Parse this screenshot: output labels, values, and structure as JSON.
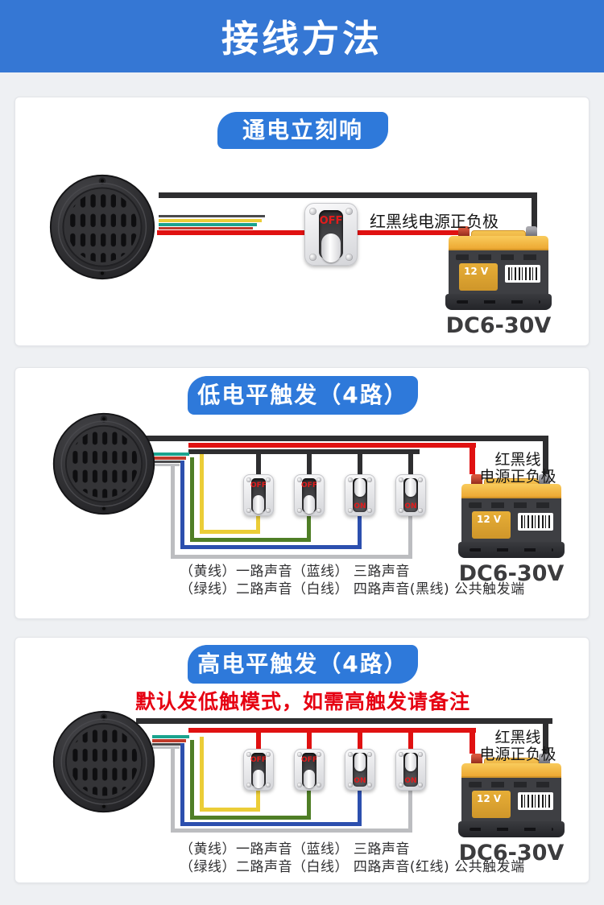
{
  "header": {
    "title": "接线方法"
  },
  "colors": {
    "header_bg": "#3577d4",
    "badge_bg": "#2e79da",
    "wire_red": "#e01111",
    "wire_black": "#2e2e30",
    "wire_yellow": "#ebcd37",
    "wire_green": "#4f7e26",
    "wire_blue": "#2c4fae",
    "wire_white": "#bcbdc0",
    "warning_text": "#e60012",
    "battery_yellow": "#f2b53e",
    "battery_body": "#3e3f43"
  },
  "panels": [
    {
      "badge": "通电立刻响",
      "power_label": "红黑线电源正负极",
      "switches": [
        "OFF"
      ],
      "battery_text": "12 V",
      "rating": "DC6-30V"
    },
    {
      "badge": "低电平触发（4路）",
      "power_label_line1": "红黑线",
      "power_label_line2": "电源正负极",
      "switches": [
        "OFF",
        "OFF",
        "ON",
        "ON"
      ],
      "caption_line1": "（黄线）一路声音（蓝线） 三路声音",
      "caption_line2": "（绿线）二路声音（白线） 四路声音(黑线) 公共触发端",
      "battery_text": "12 V",
      "rating": "DC6-30V"
    },
    {
      "badge": "高电平触发（4路）",
      "warning": "默认发低触模式，如需高触发请备注",
      "power_label_line1": "红黑线",
      "power_label_line2": "电源正负极",
      "switches": [
        "OFF",
        "OFF",
        "ON",
        "ON"
      ],
      "caption_line1": "（黄线）一路声音（蓝线） 三路声音",
      "caption_line2": "（绿线）二路声音（白线） 四路声音(红线) 公共触发端",
      "battery_text": "12 V",
      "rating": "DC6-30V"
    }
  ]
}
